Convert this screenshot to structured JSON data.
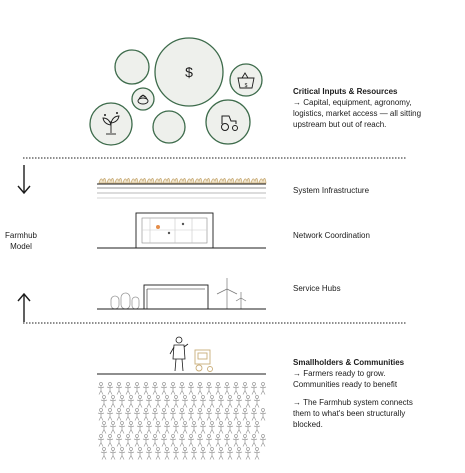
{
  "resources": {
    "title": "Critical Inputs & Resources",
    "description": "→ Capital, equipment, agronomy, logistics, market access — all sitting upstream but out of reach."
  },
  "model_label": "Farmhub Model",
  "layers": {
    "infrastructure": "System Infrastructure",
    "network": "Network Coordination",
    "service": "Service Hubs"
  },
  "communities": {
    "title": "Smallholders & Communities",
    "line1": "→ Farmers ready to grow. Communities ready to benefit",
    "line2": "→ The Farmhub system connects them to what's been structurally blocked."
  },
  "colors": {
    "circle_stroke": "#3d6b4b",
    "line": "#1c1c1c",
    "accent_orange": "#e58d4a",
    "hatch": "#d8c8a8",
    "crowd": "#9a9a9a"
  }
}
